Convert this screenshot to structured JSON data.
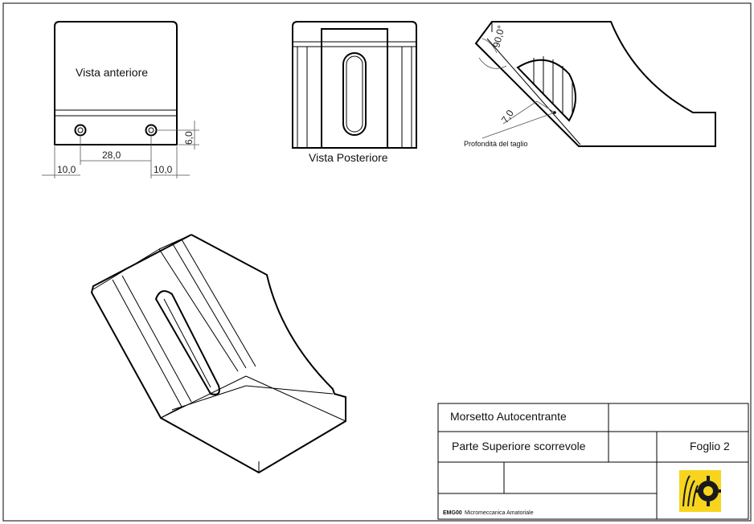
{
  "views": {
    "front_label": "Vista anteriore",
    "rear_label": "Vista Posteriore"
  },
  "dimensions": {
    "hole_spacing": "28,0",
    "left_offset": "10,0",
    "right_offset": "10,0",
    "height": "6,0",
    "angle": "90,0°",
    "cut_depth": "7,0",
    "cut_depth_callout": "Profondità del taglio"
  },
  "title_block": {
    "title": "Morsetto Autocentrante",
    "part": "Parte Superiore scorrevole",
    "sheet": "Foglio 2",
    "footer_brand": "EMG00",
    "footer_text": "Micromeccanica Amatoriale"
  },
  "colors": {
    "logo_bg": "#f7d51e",
    "line": "#000000"
  }
}
